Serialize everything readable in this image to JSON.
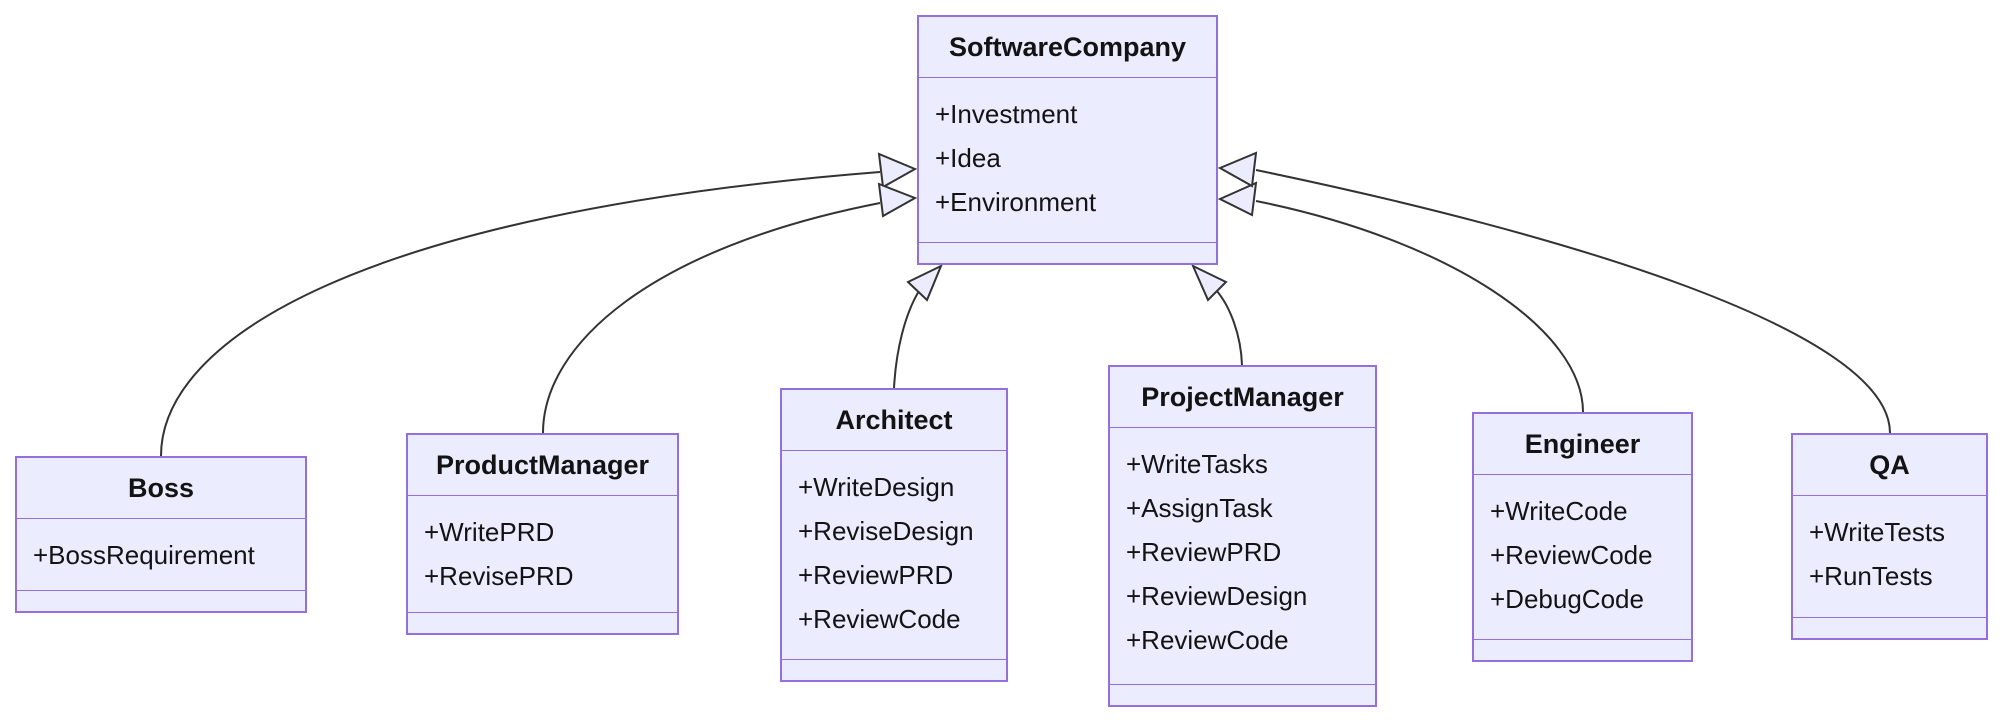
{
  "diagram": {
    "type": "uml-class-diagram",
    "relationship_type": "inheritance",
    "colors": {
      "node_fill": "#ECECFF",
      "node_border": "#9370DB",
      "edge_line": "#333333",
      "text": "#131313",
      "background": "#FFFFFF"
    }
  },
  "classes": [
    {
      "name": "SoftwareCompany",
      "attributes": [
        "+Investment",
        "+Idea",
        "+Environment"
      ],
      "methods": []
    },
    {
      "name": "Boss",
      "attributes": [
        "+BossRequirement"
      ],
      "methods": []
    },
    {
      "name": "ProductManager",
      "attributes": [
        "+WritePRD",
        "+RevisePRD"
      ],
      "methods": []
    },
    {
      "name": "Architect",
      "attributes": [
        "+WriteDesign",
        "+ReviseDesign",
        "+ReviewPRD",
        "+ReviewCode"
      ],
      "methods": []
    },
    {
      "name": "ProjectManager",
      "attributes": [
        "+WriteTasks",
        "+AssignTask",
        "+ReviewPRD",
        "+ReviewDesign",
        "+ReviewCode"
      ],
      "methods": []
    },
    {
      "name": "Engineer",
      "attributes": [
        "+WriteCode",
        "+ReviewCode",
        "+DebugCode"
      ],
      "methods": []
    },
    {
      "name": "QA",
      "attributes": [
        "+WriteTests",
        "+RunTests"
      ],
      "methods": []
    }
  ],
  "relationships": [
    {
      "from": "Boss",
      "to": "SoftwareCompany",
      "type": "inheritance"
    },
    {
      "from": "ProductManager",
      "to": "SoftwareCompany",
      "type": "inheritance"
    },
    {
      "from": "Architect",
      "to": "SoftwareCompany",
      "type": "inheritance"
    },
    {
      "from": "ProjectManager",
      "to": "SoftwareCompany",
      "type": "inheritance"
    },
    {
      "from": "Engineer",
      "to": "SoftwareCompany",
      "type": "inheritance"
    },
    {
      "from": "QA",
      "to": "SoftwareCompany",
      "type": "inheritance"
    }
  ]
}
